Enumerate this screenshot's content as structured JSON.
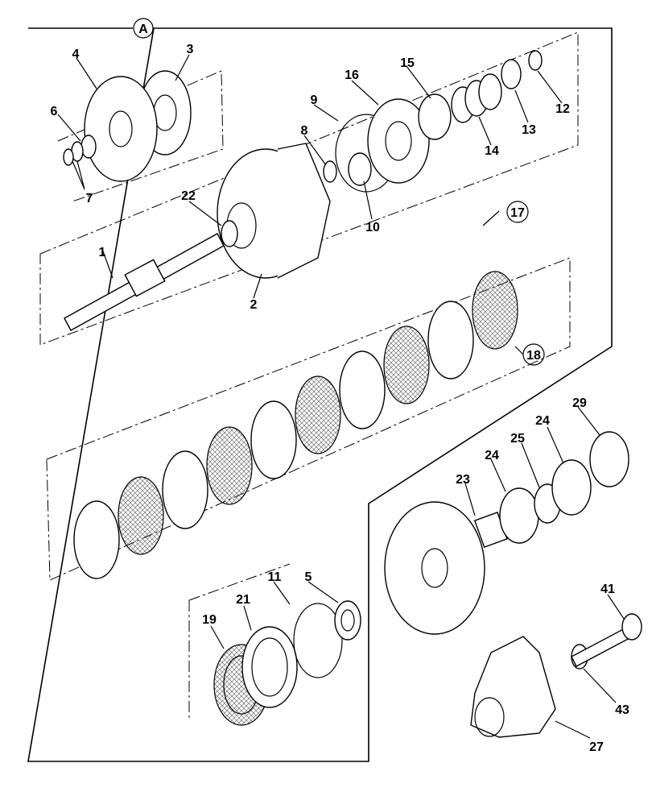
{
  "section_label": "A",
  "callouts": {
    "c1": "1",
    "c2": "2",
    "c3": "3",
    "c4": "4",
    "c5": "5",
    "c6": "6",
    "c7": "7",
    "c8": "8",
    "c9": "9",
    "c10": "10",
    "c11": "11",
    "c12": "12",
    "c13": "13",
    "c14": "14",
    "c15": "15",
    "c16": "16",
    "c17": "17",
    "c18": "18",
    "c19": "19",
    "c21": "21",
    "c22": "22",
    "c23": "23",
    "c24a": "24",
    "c24b": "24",
    "c25": "25",
    "c27": "27",
    "c29": "29",
    "c41": "41",
    "c43": "43"
  }
}
